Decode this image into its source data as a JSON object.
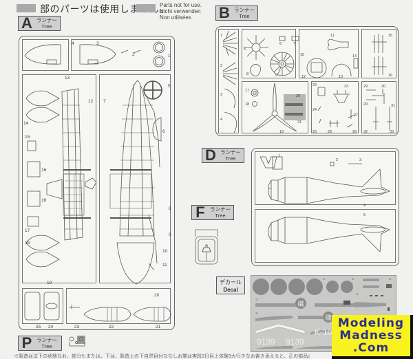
{
  "header": {
    "notice_jp": "部のパーツは使用しません。",
    "notice_en": "Parts not for use.",
    "notice_de": "Nicht verwenden",
    "notice_fr": "Non utilisées"
  },
  "tree_labels": {
    "runner_jp": "ランナー",
    "runner_en": "Tree",
    "A": "A",
    "B": "B",
    "D": "D",
    "F": "F",
    "P": "P"
  },
  "decal": {
    "label_jp": "デカール",
    "label_en": "Decal",
    "serial_1": "9139",
    "serial_2": "9139",
    "code": "K-101 K",
    "kanji": "磯",
    "colors": {
      "hinomaru": "#8a8a8a",
      "sheet": "#c9c9c7",
      "stripe": "#9b9b9b"
    }
  },
  "sprue_A": {
    "part_numbers": [
      "1",
      "2",
      "3",
      "4",
      "5",
      "6",
      "7",
      "8",
      "9",
      "10",
      "11",
      "12",
      "13",
      "14",
      "15",
      "16",
      "16",
      "17",
      "18",
      "19",
      "20",
      "21",
      "22",
      "23",
      "24",
      "25"
    ]
  },
  "sprue_B": {
    "part_numbers": [
      "1",
      "2",
      "3",
      "4",
      "5",
      "6",
      "7",
      "8",
      "9",
      "10",
      "11",
      "12",
      "13",
      "14",
      "15",
      "16",
      "17",
      "18",
      "19",
      "20",
      "21",
      "22",
      "23",
      "24",
      "25",
      "26",
      "27",
      "28",
      "29",
      "29",
      "30",
      "31",
      "32",
      "33"
    ]
  },
  "sprue_D": {
    "part_numbers": [
      "1",
      "2",
      "3",
      "4",
      "5"
    ]
  },
  "footer": {
    "text": "※製造は法下の状態なお、部分もまたは、下は、製造上の下自然目付ななしお業は実践3日目上体験3大行きなお書き添えると、正の部品の"
  },
  "watermark": {
    "line1": "Modeling",
    "line2": "Madness",
    "line3": ".Com",
    "colors": {
      "background": "#f8f31e",
      "text": "#2d2f8e"
    }
  }
}
